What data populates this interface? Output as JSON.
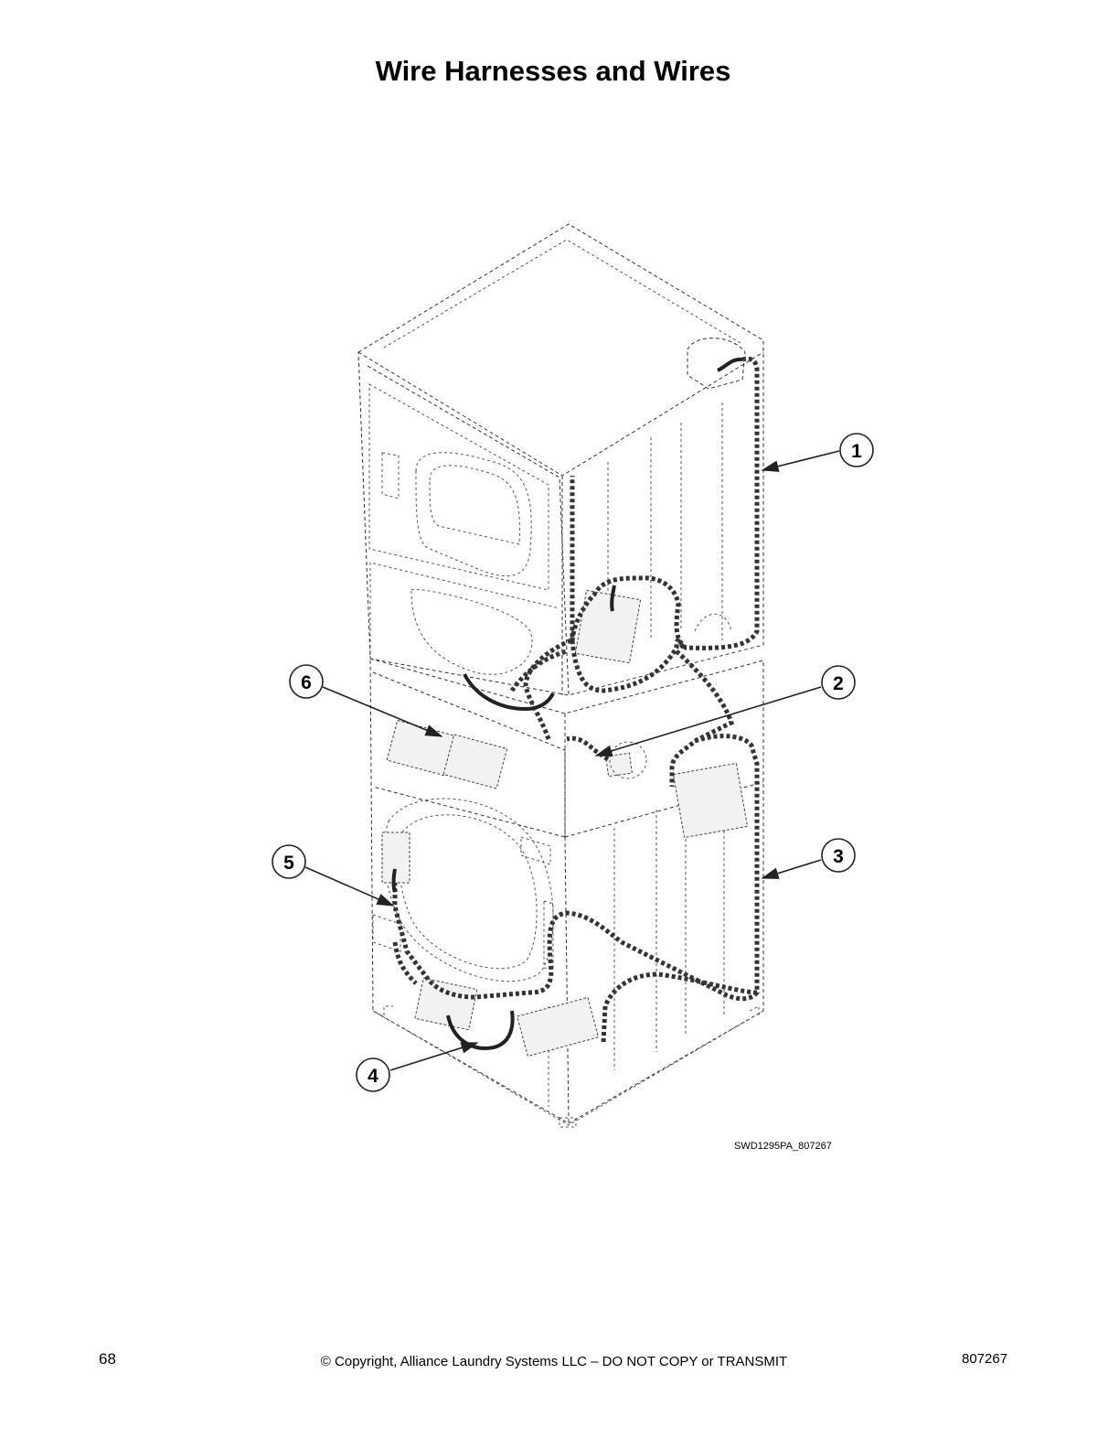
{
  "title": "Wire Harnesses and Wires",
  "callouts": [
    "1",
    "2",
    "3",
    "4",
    "5",
    "6"
  ],
  "figure_id": "SWD1295PA_807267",
  "footer": {
    "page_number": "68",
    "copyright": "© Copyright, Alliance Laundry Systems LLC – DO NOT COPY or TRANSMIT",
    "doc_number": "807267"
  }
}
